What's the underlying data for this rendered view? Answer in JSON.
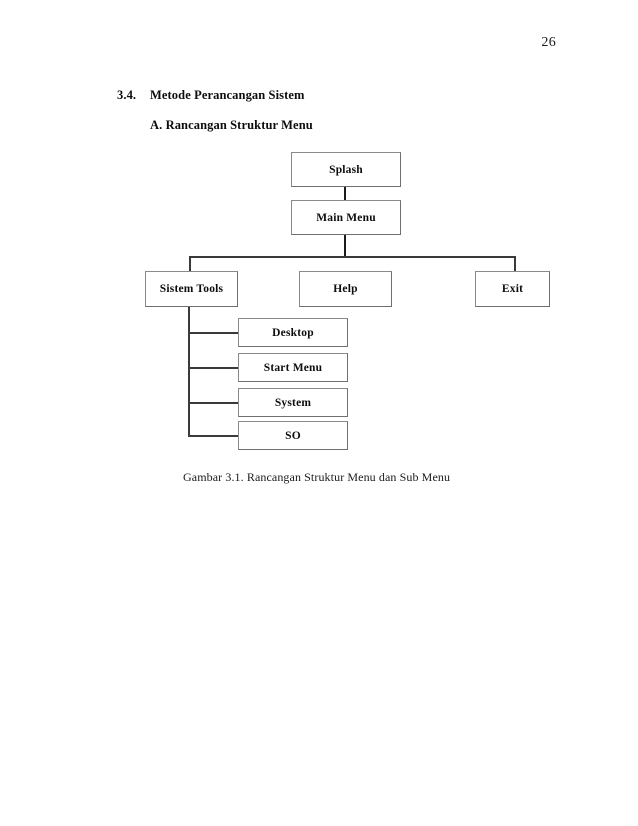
{
  "page": {
    "number": "26"
  },
  "headings": {
    "section_number": "3.4.",
    "section_title": "Metode Perancangan Sistem",
    "subsection": "A. Rancangan Struktur Menu"
  },
  "diagram": {
    "nodes": {
      "splash": "Splash",
      "main_menu": "Main Menu",
      "sistem_tools": "Sistem Tools",
      "help": "Help",
      "exit": "Exit",
      "desktop": "Desktop",
      "start_menu": "Start Menu",
      "system": "System",
      "so": "SO"
    },
    "colors": {
      "box_border": "#8a8a8a",
      "connector": "#1c1c1c",
      "text": "#0d0d0d",
      "background": "#ffffff"
    }
  },
  "caption": {
    "text": "Gambar 3.1. Rancangan Struktur Menu dan Sub Menu"
  }
}
